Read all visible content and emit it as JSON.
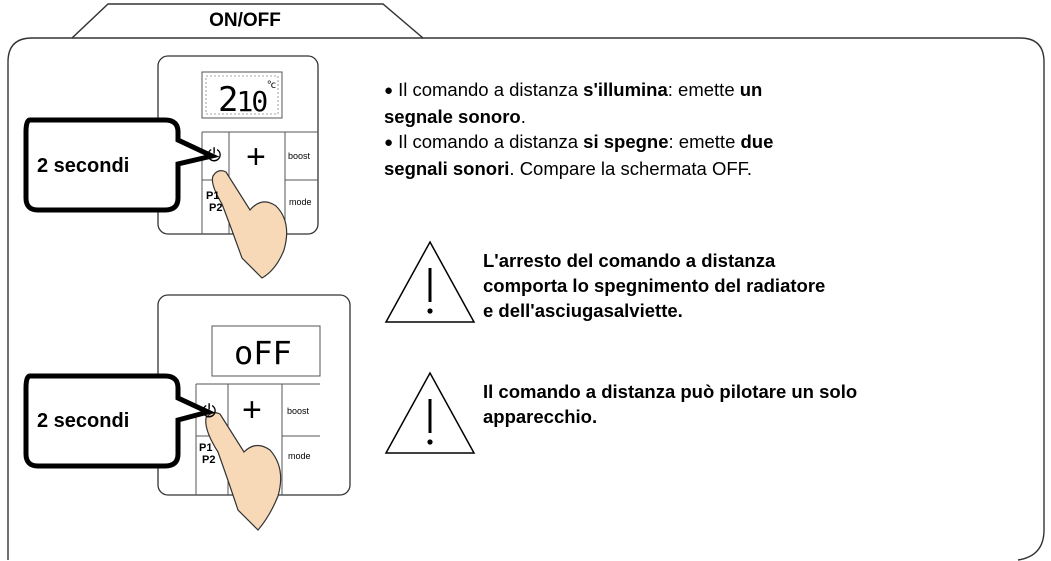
{
  "section": {
    "title": "ON/OFF"
  },
  "remote_on": {
    "callout": "2 secondi",
    "display_digits": "2",
    "display_digits2": "10",
    "display_unit": "°c",
    "buttons": {
      "power": "⏻",
      "plus": "+",
      "boost": "boost",
      "p1": "P1",
      "p2": "P2",
      "mode": "mode"
    }
  },
  "remote_off": {
    "callout": "2 secondi",
    "display_text": "oFF",
    "buttons": {
      "power": "⏻",
      "plus": "+",
      "boost": "boost",
      "p1": "P1",
      "p2": "P2",
      "mode": "mode"
    }
  },
  "instructions": {
    "line1_pre": "Il comando a distanza ",
    "line1_bold": "s'illumina",
    "line1_mid": ": emette ",
    "line1_bold2": "un",
    "line2_bold": "segnale sonoro",
    "line2_post": ".",
    "line3_pre": "Il comando a distanza ",
    "line3_bold": "si spegne",
    "line3_mid": ": emette ",
    "line3_bold2": "due",
    "line4_bold": "segnali sonori",
    "line4_post": ". Compare la schermata OFF."
  },
  "warnings": [
    {
      "lines": [
        "L'arresto del comando a distanza",
        "comporta lo spegnimento del radiatore",
        "e dell'asciugasalviette."
      ]
    },
    {
      "lines": [
        "Il comando a distanza può pilotare un solo",
        "apparecchio."
      ]
    }
  ]
}
